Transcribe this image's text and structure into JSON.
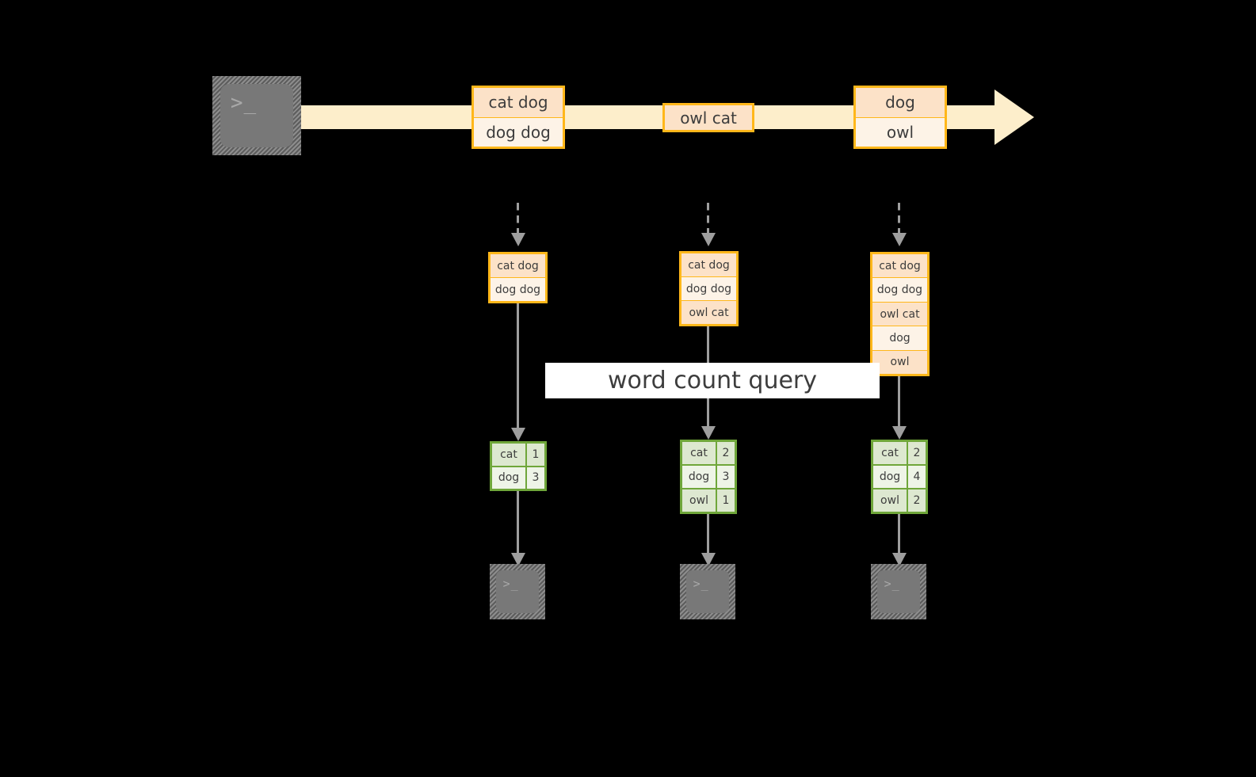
{
  "diagram": {
    "title_label": "word count query",
    "colors": {
      "background": "#000000",
      "stream_fill": "#fdeecb",
      "record_border": "#ffb71a",
      "record_fill_dark": "#fce2c8",
      "record_fill_light": "#fdf3e7",
      "table_border": "#6fa63a",
      "table_fill_dark": "#dde8d0",
      "table_fill_light": "#eef4e7",
      "connector": "#9e9e9e",
      "terminal_gray": "#787878",
      "label_background": "#ffffff",
      "text": "#3d3d3d"
    },
    "source": {
      "icon": "terminal-icon",
      "glyph": ">_"
    },
    "stream": {
      "arrow_icon": "right-arrow-icon",
      "batches": [
        {
          "name": "batch-1",
          "lines": [
            "cat dog",
            "dog dog"
          ]
        },
        {
          "name": "batch-2",
          "lines": [
            "owl cat"
          ]
        },
        {
          "name": "batch-3",
          "lines": [
            "dog",
            "owl"
          ]
        }
      ]
    },
    "columns": [
      {
        "name": "snapshot-1",
        "snapshot": [
          "cat dog",
          "dog dog"
        ],
        "result": {
          "rows": [
            {
              "word": "cat",
              "count": "1"
            },
            {
              "word": "dog",
              "count": "3"
            }
          ]
        },
        "sink": {
          "icon": "terminal-icon",
          "glyph": ">_"
        }
      },
      {
        "name": "snapshot-2",
        "snapshot": [
          "cat dog",
          "dog dog",
          "owl cat"
        ],
        "result": {
          "rows": [
            {
              "word": "cat",
              "count": "2"
            },
            {
              "word": "dog",
              "count": "3"
            },
            {
              "word": "owl",
              "count": "1"
            }
          ]
        },
        "sink": {
          "icon": "terminal-icon",
          "glyph": ">_"
        }
      },
      {
        "name": "snapshot-3",
        "snapshot": [
          "cat dog",
          "dog dog",
          "owl cat",
          "dog",
          "owl"
        ],
        "result": {
          "rows": [
            {
              "word": "cat",
              "count": "2"
            },
            {
              "word": "dog",
              "count": "4"
            },
            {
              "word": "owl",
              "count": "2"
            }
          ]
        },
        "sink": {
          "icon": "terminal-icon",
          "glyph": ">_"
        }
      }
    ]
  }
}
